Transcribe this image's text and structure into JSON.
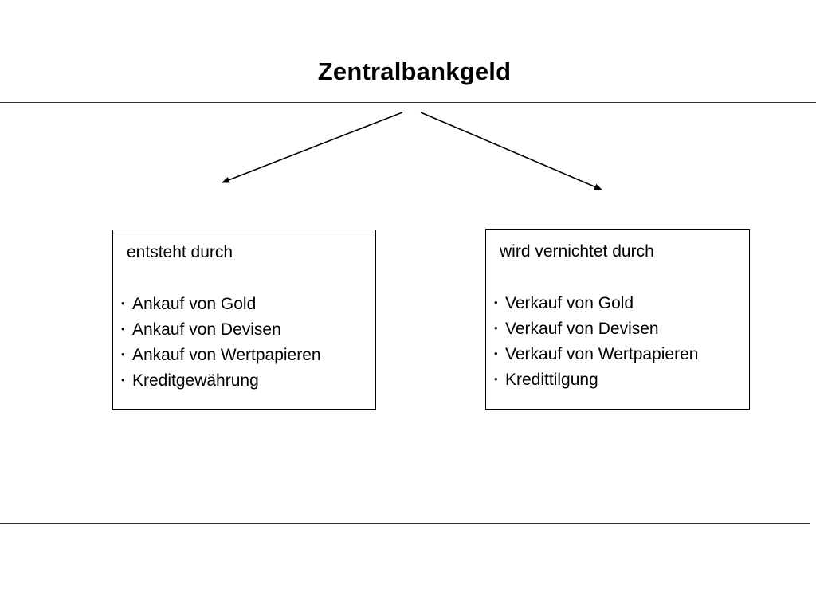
{
  "title": "Zentralbankgeld",
  "left_box": {
    "heading": "entsteht durch",
    "items": [
      "Ankauf von Gold",
      "Ankauf von Devisen",
      "Ankauf von Wertpapieren",
      "Kreditgewährung"
    ]
  },
  "right_box": {
    "heading": "wird vernichtet durch",
    "items": [
      "Verkauf von Gold",
      "Verkauf von Devisen",
      "Verkauf von Wertpapieren",
      "Kredittilgung"
    ]
  },
  "bullet_glyph": "•"
}
